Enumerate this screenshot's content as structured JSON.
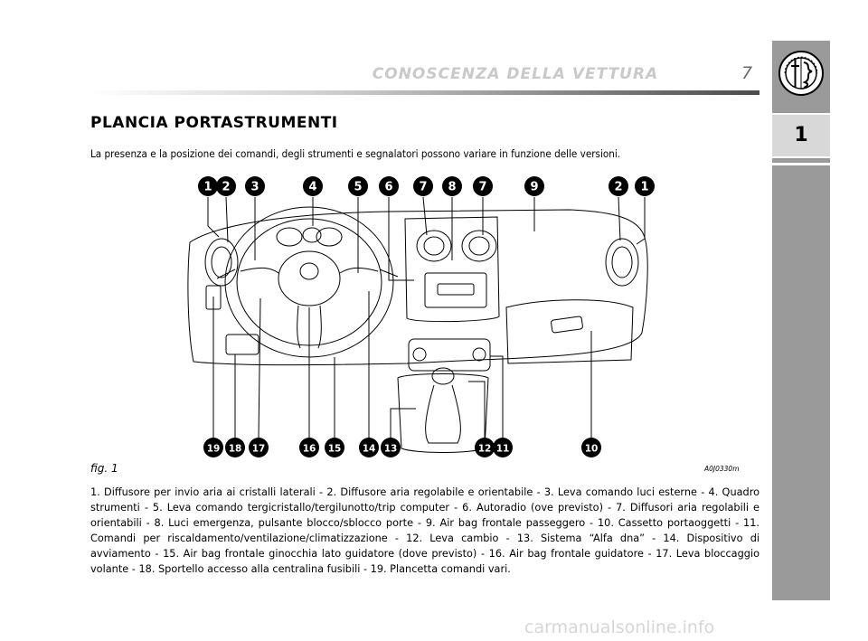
{
  "header": {
    "section_title": "CONOSCENZA DELLA VETTURA",
    "page_number": "7"
  },
  "sidebar": {
    "chapter_tab": "1",
    "logo_icon": "alfa-romeo-badge-icon"
  },
  "title": "PLANCIA PORTASTRUMENTI",
  "intro": "La presenza e la posizione dei comandi, degli strumenti e segnalatori possono variare in funzione delle versioni.",
  "diagram": {
    "callouts_top": [
      "1",
      "2",
      "3",
      "4",
      "5",
      "6",
      "7",
      "8",
      "7",
      "9",
      "2",
      "1"
    ],
    "callouts_bottom": [
      "19",
      "18",
      "17",
      "16",
      "15",
      "14",
      "13",
      "12",
      "11",
      "10"
    ]
  },
  "figure": {
    "label": "fig. 1",
    "code": "A0J0330m"
  },
  "caption": "1. Diffusore per invio aria ai cristalli laterali - 2. Diffusore aria regolabile e orientabile - 3. Leva comando luci esterne - 4. Quadro strumenti - 5. Leva comando tergicristallo/tergilunotto/trip computer - 6. Autoradio (ove previsto) - 7. Diffusori aria regolabili e orientabili - 8. Luci emergenza, pulsante blocco/sblocco porte - 9. Air bag frontale passeggero - 10. Cassetto portaoggetti - 11. Comandi per riscaldamento/ventilazione/climatizzazione - 12. Leva cambio - 13. Sistema “Alfa dna” - 14. Dispositivo di avviamento - 15. Air bag frontale ginocchia lato guidatore (dove previsto) - 16. Air bag frontale guidatore - 17. Leva bloccaggio volante - 18. Sportello accesso alla centralina fusibili - 19. Plancetta comandi vari.",
  "watermark": "carmanualsonline.info"
}
